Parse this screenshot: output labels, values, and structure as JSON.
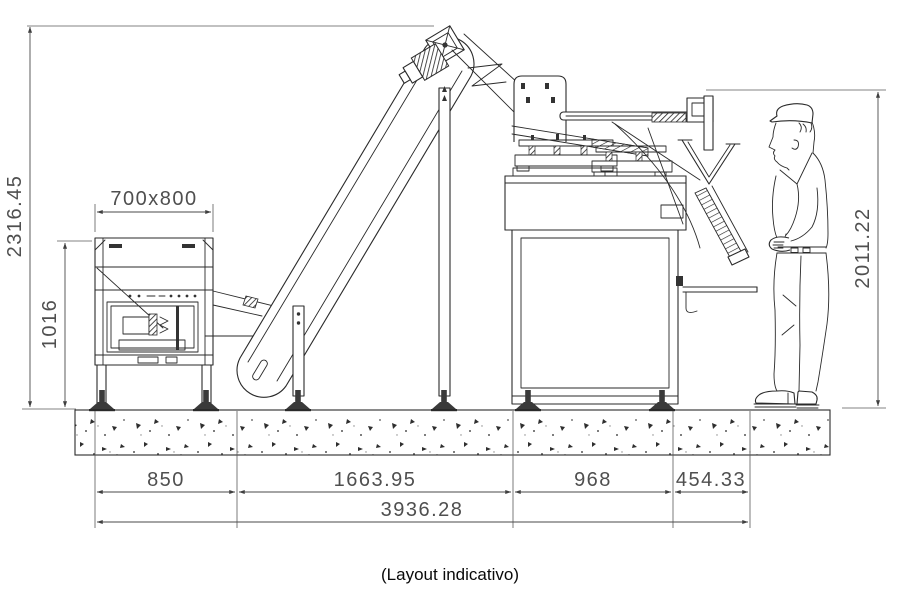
{
  "drawing": {
    "caption": "(Layout indicativo)",
    "colors": {
      "background": "#ffffff",
      "machine_line": "#2a2a2a",
      "dimension_line": "#4a4a4a",
      "dimension_text": "#4f4f4f"
    },
    "dimensions": {
      "overall_height": "2316.45",
      "hopper_footprint": "700x800",
      "hopper_infeed_height": "1016",
      "machine_height": "2011.22",
      "segment_hopper": "850",
      "segment_conveyor": "1663.95",
      "segment_machine": "968",
      "segment_operator_area": "454.33",
      "overall_length": "3936.28"
    }
  }
}
